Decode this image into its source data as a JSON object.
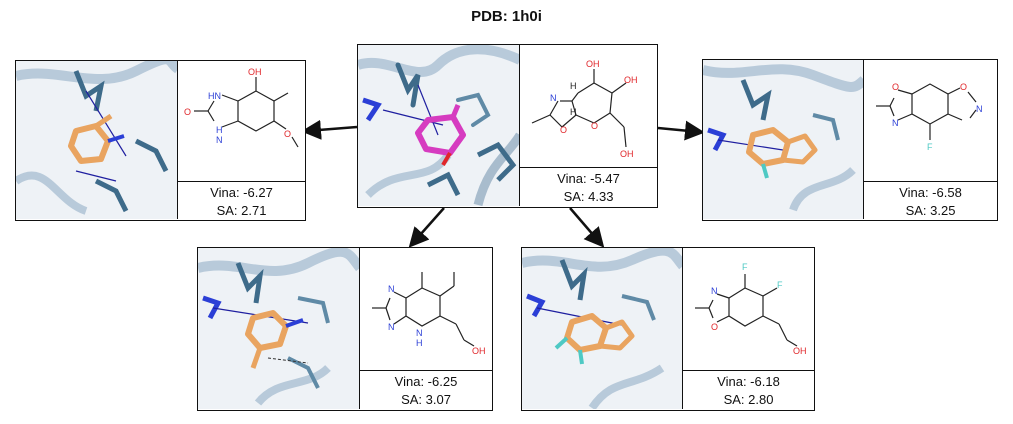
{
  "title": "PDB: 1h0i",
  "panels": {
    "center": {
      "vina": "Vina: -5.47",
      "sa": "SA: 4.33"
    },
    "left": {
      "vina": "Vina: -6.27",
      "sa": "SA: 2.71"
    },
    "right": {
      "vina": "Vina: -6.58",
      "sa": "SA: 3.25"
    },
    "bottom_left": {
      "vina": "Vina: -6.25",
      "sa": "SA: 3.07"
    },
    "bottom_right": {
      "vina": "Vina: -6.18",
      "sa": "SA: 2.80"
    }
  },
  "atoms": {
    "oh": "OH",
    "o": "O",
    "n": "N",
    "h": "H",
    "nh": "NH",
    "hn": "HN",
    "f": "F"
  },
  "colors": {
    "protein": "#5f8aa6",
    "protein_dark": "#3e6b8a",
    "ligand_center": "#d63cc0",
    "ligand_generated": "#e9a460",
    "nitrogen": "#2b3fd6",
    "oxygen": "#e0262a",
    "fluorine": "#4ec9c4",
    "interaction": "#1f1fa0"
  }
}
